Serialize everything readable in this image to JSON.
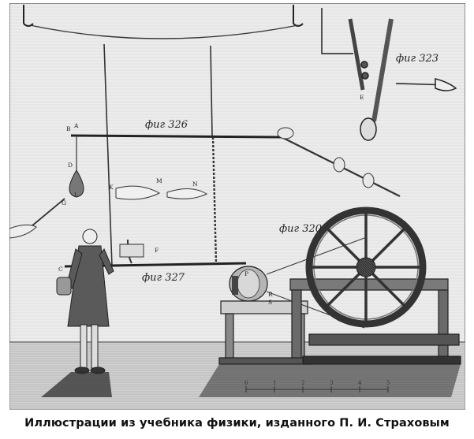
{
  "caption": "Иллюстрации из учебника физики, изданного П. И. Страховым",
  "figure_labels": {
    "fig_323": "фиг 323",
    "fig_326": "фиг 326",
    "fig_327": "фиг 327",
    "fig_320": "фиг 320"
  },
  "point_labels": [
    "A",
    "B",
    "C",
    "D",
    "E",
    "F",
    "G",
    "K",
    "L",
    "M",
    "N",
    "P",
    "R",
    "S"
  ],
  "scale_numbers": [
    "1",
    "2",
    "3",
    "4",
    "5",
    "6"
  ]
}
